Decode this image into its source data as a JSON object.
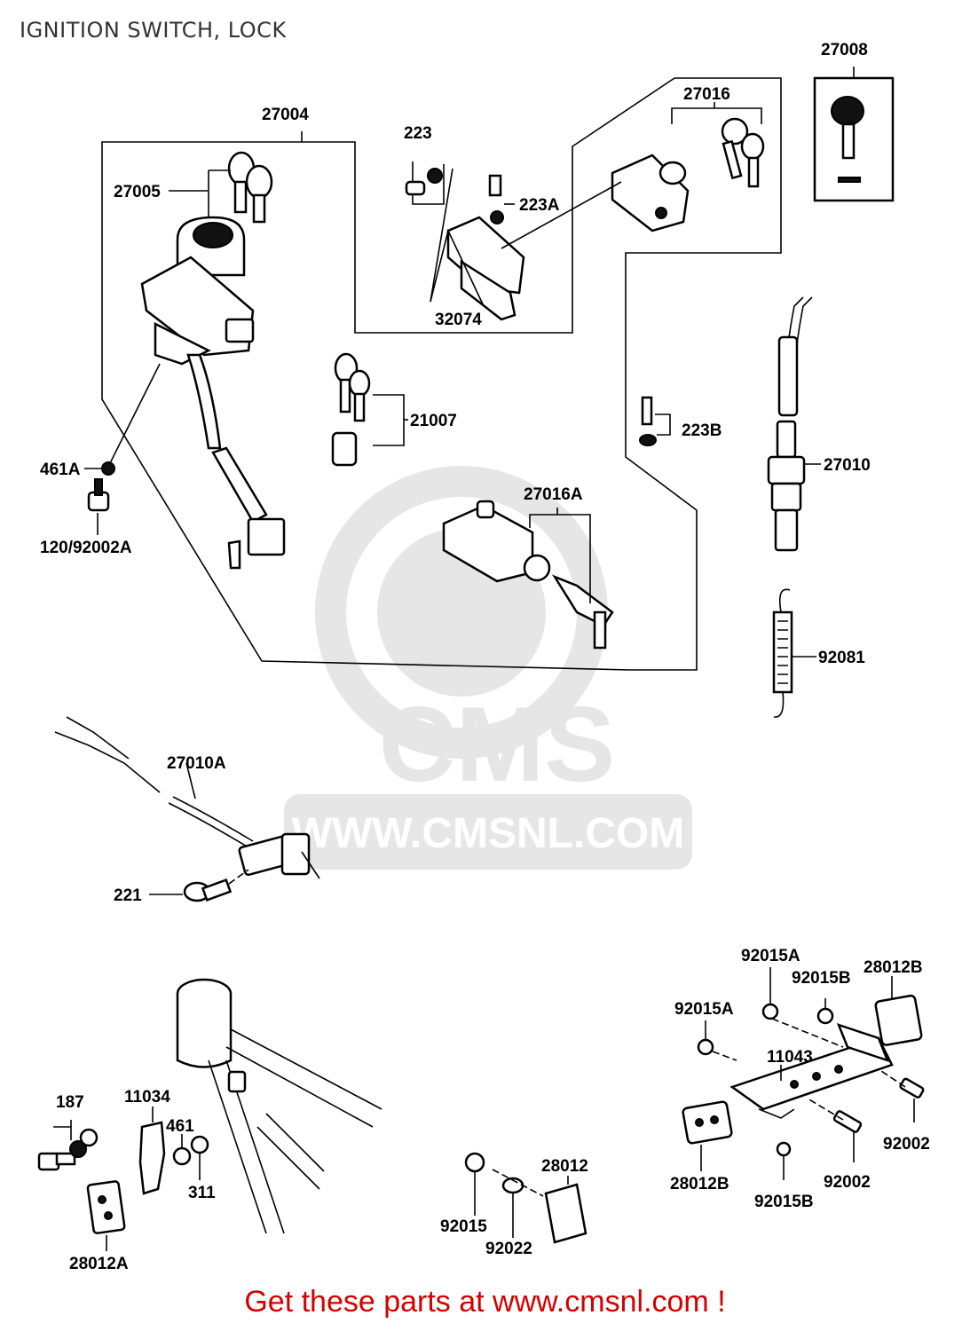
{
  "title": "IGNITION SWITCH, LOCK",
  "footer": "Get these parts at www.cmsnl.com !",
  "watermark": {
    "brand": "CMS",
    "url": "WWW.CMSNL.COM"
  },
  "colors": {
    "footer": "#d40000",
    "title": "#333333",
    "watermark": "#e6e6e6"
  },
  "labels": {
    "l27004": "27004",
    "l27005": "27005",
    "l223": "223",
    "l223A": "223A",
    "l32074": "32074",
    "l27016": "27016",
    "l27008": "27008",
    "l461A": "461A",
    "l120": "120/92002A",
    "l21007": "21007",
    "l223B": "223B",
    "l27016A": "27016A",
    "l27010": "27010",
    "l92081": "92081",
    "l27010A": "27010A",
    "l221": "221",
    "l187": "187",
    "l11034": "11034",
    "l461": "461",
    "l311": "311",
    "l28012A": "28012A",
    "l92015": "92015",
    "l28012": "28012",
    "l92022": "92022",
    "l92015A_1": "92015A",
    "l92015B_1": "92015B",
    "l28012B_1": "28012B",
    "l92015A_2": "92015A",
    "l11043": "11043",
    "l92002_1": "92002",
    "l28012B_2": "28012B",
    "l92002_2": "92002",
    "l92015B_2": "92015B"
  }
}
